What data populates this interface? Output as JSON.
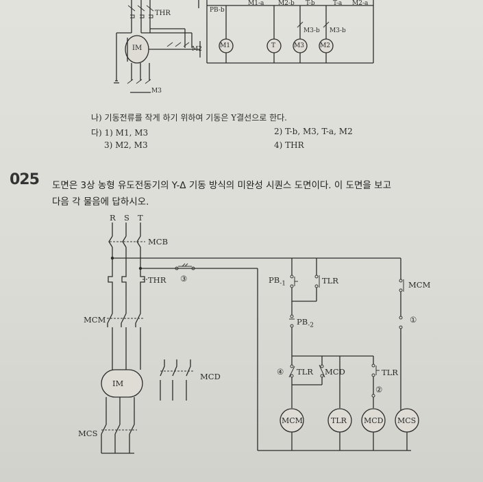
{
  "prev_answer": {
    "na": "나) 기동전류를 작게 하기 위하여 기동은 Y결선으로 한다.",
    "da1": "다) 1) M1, M3",
    "da2": "2) T-b, M3, T-a, M2",
    "da3": "3) M2, M3",
    "da4": "4) THR"
  },
  "prev_diagram_labels": {
    "thr": "THR",
    "im": "IM",
    "m2": "M2",
    "m3": "M3",
    "pb_b": "PB-b",
    "m1a": "M1-a",
    "m2b": "M2-b",
    "tb": "T-b",
    "ta": "T-a",
    "m2a": "M2-a",
    "m3b": "M3-b",
    "m3b2": "M3-b",
    "coil_m1": "M1",
    "coil_t": "T",
    "coil_m3": "M3",
    "coil_m2": "M2"
  },
  "question": {
    "number": "025",
    "line1": "도면은 3상 농형 유도전동기의 Y-Δ 기동 방식의 미완성 시퀀스 도면이다. 이 도면을 보고",
    "line2": "다음 각 물음에 답하시오."
  },
  "diagram_labels": {
    "r": "R",
    "s": "S",
    "t": "T",
    "mcb": "MCB",
    "thr": "THR",
    "c3": "③",
    "mcm_main": "MCM",
    "im": "IM",
    "mcs_main": "MCS",
    "mcd_main": "MCD",
    "pb1": "PB",
    "pb1_sub": "-1",
    "tlr_a": "TLR",
    "pb2": "PB",
    "pb2_sub": "-2",
    "c4": "④",
    "tlr_b": "TLR",
    "mcd_aux": "MCD",
    "tlr_c": "TLR",
    "c2": "②",
    "mcm_aux": "MCM",
    "c1": "①",
    "coil_mcm": "MCM",
    "coil_tlr": "TLR",
    "coil_mcd": "MCD",
    "coil_mcs": "MCS"
  }
}
